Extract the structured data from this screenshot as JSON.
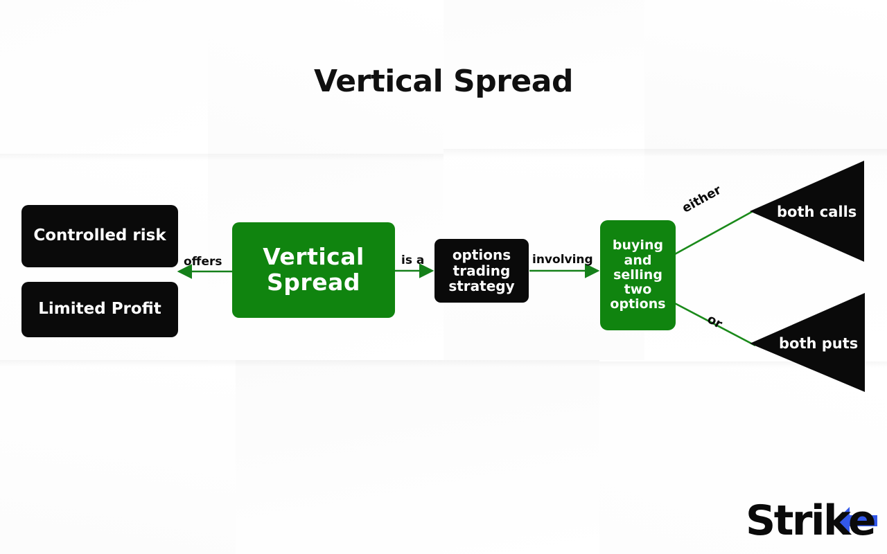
{
  "page": {
    "title": "Vertical Spread",
    "background_color": "#fcfcfc",
    "accent_green": "#10840f",
    "accent_black": "#0a0a0a",
    "accent_blue": "#3358e8"
  },
  "nodes": {
    "center": {
      "label": "Vertical Spread",
      "color": "#10840f",
      "text_color": "#ffffff"
    },
    "controlled_risk": {
      "label": "Controlled risk",
      "color": "#0a0a0a",
      "text_color": "#ffffff"
    },
    "limited_profit": {
      "label": "Limited Profit",
      "color": "#0a0a0a",
      "text_color": "#ffffff"
    },
    "options_trading_strategy": {
      "label": "options trading strategy",
      "color": "#0a0a0a",
      "text_color": "#ffffff"
    },
    "buying_selling": {
      "label": "buying and selling two options",
      "color": "#10840f",
      "text_color": "#ffffff"
    },
    "both_calls": {
      "label": "both calls",
      "color": "#0a0a0a",
      "text_color": "#ffffff",
      "shape": "triangle-left"
    },
    "both_puts": {
      "label": "both puts",
      "color": "#0a0a0a",
      "text_color": "#ffffff",
      "shape": "triangle-left"
    }
  },
  "edges": {
    "offers": {
      "label": "offers",
      "direction": "left"
    },
    "is_a": {
      "label": "is a",
      "direction": "right"
    },
    "involving": {
      "label": "involving",
      "direction": "right"
    },
    "either": {
      "label": "either",
      "direction": "up-right"
    },
    "or": {
      "label": "or",
      "direction": "down-right"
    }
  },
  "logo": {
    "part_one": "Stri",
    "part_two": "k",
    "part_three": "e",
    "full": "Strike",
    "arrow_color": "#3358e8"
  }
}
